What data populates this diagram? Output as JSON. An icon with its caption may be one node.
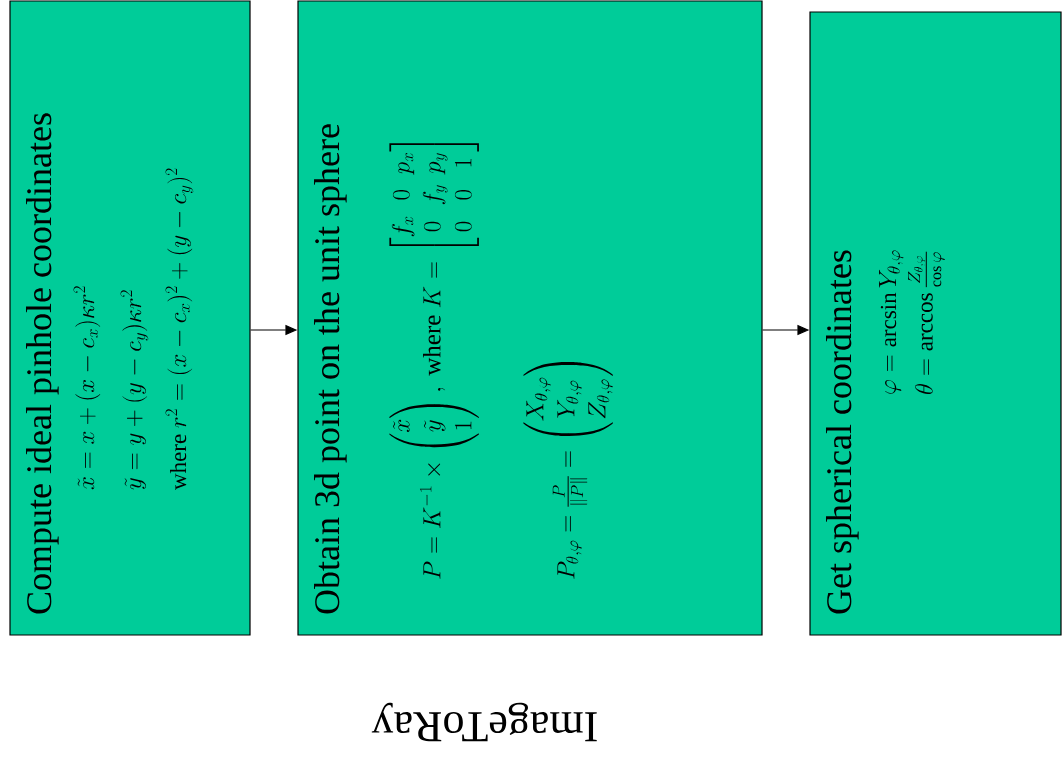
{
  "diagram": {
    "title": "ImageToRay",
    "nodes": [
      {
        "text": [
          "Compute ideal pinhole coordinates",
          "\\tilde{x} = x + (x - c_x)\\kappa r^2",
          "\\tilde{y} = y + (y - c_y)\\kappa r^2",
          "\\text{where } r^2 = (x - c_x)^2 + (y - c_y)^2"
        ]
      },
      {
        "text": [
          "Obtain 3d point on the unit sphere",
          "P = K^{-1} \\times \\begin{pmatrix} \\tilde{x} \\\\ \\tilde{y} \\\\ 1 \\end{pmatrix}, \\text{ where } K = \\begin{bmatrix} f_x & 0 & p_x \\\\ 0 & f_y & p_y \\\\ 0 & 0 & 1 \\end{bmatrix}",
          "P_{\\theta,\\varphi} = \\frac{P}{\\lVert P \\rVert} = \\begin{pmatrix} X_{\\theta,\\varphi} \\\\ Y_{\\theta,\\varphi} \\\\ Z_{\\theta,\\varphi} \\end{pmatrix}"
        ]
      },
      {
        "text": [
          "Get spherical coordinates",
          "\\varphi = \\arcsin Y_{\\theta,\\varphi}",
          "\\theta = \\arccos \\frac{Z_{\\theta,\\varphi}}{\\cos\\varphi}"
        ]
      }
    ],
    "edges": [
      {
        "from": 0,
        "to": 1,
        "arrow": "to"
      },
      {
        "from": 1,
        "to": 2,
        "arrow": "to"
      }
    ]
  }
}
